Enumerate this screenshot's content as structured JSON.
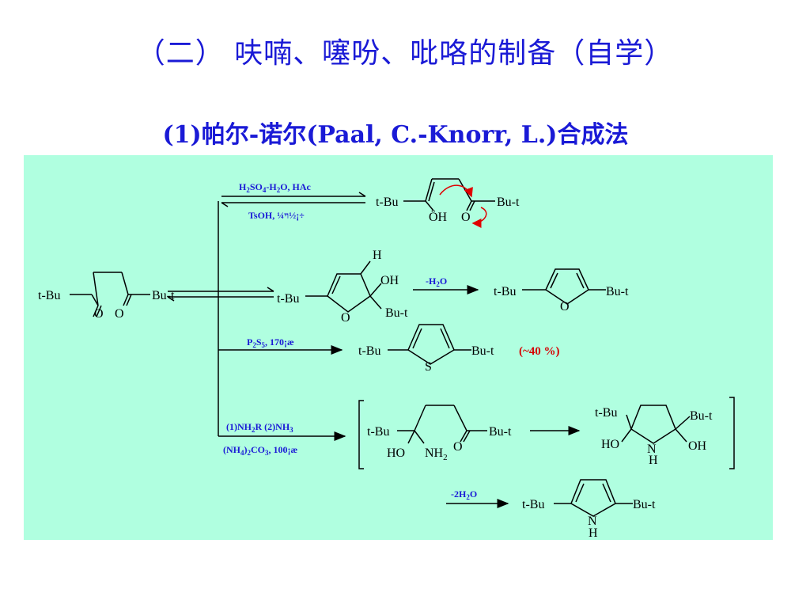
{
  "title": "（二）  呋喃、噻吩、吡咯的制备（自学）",
  "subtitle": "(1)帕尔-诺尔(Paal, C.-Knorr, L.)合成法",
  "colors": {
    "title": "#1a1ad6",
    "panel": "#b0ffe0",
    "reagent": "#1a1ad6",
    "yield": "#d60000",
    "arrow_red": "#e00000"
  },
  "scheme": {
    "start": {
      "left": "t-Bu",
      "right": "Bu-t",
      "o1": "O",
      "o2": "O"
    },
    "enol_path": {
      "cond_top": {
        "a": "H",
        "s1": "2",
        "b": "SO",
        "s2": "4",
        "c": "-H",
        "s3": "2",
        "d": "O, HAc"
      },
      "cond_bottom": "TsOH, ¼ױ½¡÷",
      "left": "t-Bu",
      "right": "Bu-t",
      "oh": "ÖH",
      "o": "O"
    },
    "hemiketal": {
      "left": "t-Bu",
      "h": "H",
      "oh": "OH",
      "o": "O",
      "right": "Bu-t"
    },
    "furan": {
      "cond_a": "-H",
      "cond_s": "2",
      "cond_b": "O",
      "left": "t-Bu",
      "right": "Bu-t",
      "o": "O"
    },
    "thiophene": {
      "cond_a": "P",
      "cond_s1": "2",
      "cond_b": "S",
      "cond_s2": "5",
      "cond_c": ", 170¡æ",
      "left": "t-Bu",
      "right": "Bu-t",
      "s": "S",
      "yield": "(~40 %)"
    },
    "pyrrole_path": {
      "cond1": {
        "a": "(1)NH",
        "s1": "2",
        "b": "R  (2)NH",
        "s2": "3"
      },
      "cond2": {
        "a": "(NH",
        "s1": "4",
        "b": ")",
        "s2": "2",
        "c": "CO",
        "s3": "3",
        "d": ", 100¡æ"
      },
      "amino": {
        "left": "t-Bu",
        "right": "Bu-t",
        "ho": "HO",
        "nh": "NH",
        "nh_s": "2",
        "o": "O"
      },
      "cyclic": {
        "top": "t-Bu",
        "right": "Bu-t",
        "ho": "HO",
        "n": "N",
        "h": "H",
        "oh": "OH"
      },
      "dehyd": {
        "a": "-2H",
        "s": "2",
        "b": "O"
      },
      "pyrrole": {
        "left": "t-Bu",
        "right": "Bu-t",
        "n": "N",
        "h": "H"
      }
    }
  }
}
